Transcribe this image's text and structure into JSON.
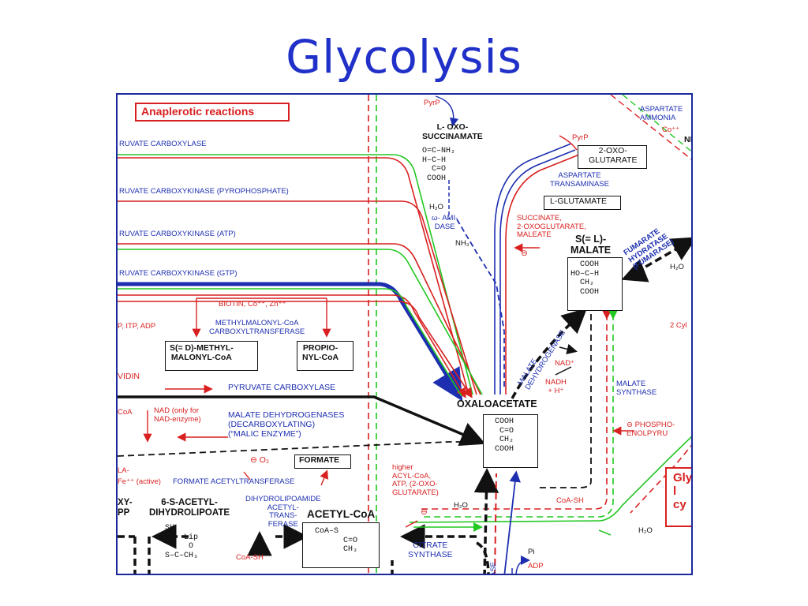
{
  "slide": {
    "title": "Glycolysis"
  },
  "diagram": {
    "section_title": "Anaplerotic reactions",
    "enzymes_left": [
      "RUVATE CARBOXYLASE",
      "RUVATE CARBOXYKINASE (PYROPHOSPHATE)",
      "RUVATE CARBOXYKINASE (ATP)",
      "RUVATE CARBOXYKINASE (GTP)"
    ],
    "cofactor_biotin": "BIOTIN, Co⁺⁺, Zn⁺⁺",
    "itp_adp": "P, ITP, ADP",
    "methylmalonyl_transferase": "METHYLMALONYL-CoA\nCARBOXYLTRANSFERASE",
    "methylmalonyl_coa": "S(= D)-METHYL-\nMALONYL-CoA",
    "propionyl_coa": "PROPIO-\nNYL-CoA",
    "avidin": "VIDIN",
    "pyruvate_carboxylase_2": "PYRUVATE CARBOXYLASE",
    "nad_note": "NAD (only for\nNAD-enzyme)",
    "coa_fragment": "CoA",
    "malate_dehydrogenases": "MALATE DEHYDROGENASES\n(DECARBOXYLATING)\n(“MALIC ENZYME”)",
    "o2_label": "⊖ O₂",
    "formate": "FORMATE",
    "la_fragment": "LA-",
    "fe_active": "Fe⁺⁺ (active)",
    "formate_acetyltransferase": "FORMATE ACETYLTRANSFERASE",
    "xy_pp": "XY-\nPP",
    "acetyl_dihydrolipoate": "6-S-ACETYL-\nDIHYDROLIPOATE",
    "dihydrolipoamide": "DIHYDROLIPOAMIDE\nACETYL-\nTRANS-\nFERASE",
    "acetyl_coa": "ACETYL-CoA",
    "acetyl_coa_struct": "CoA–S\n      C=O\n      CH₃",
    "lip_struct": "SH\nE · Lip\n     O\nS–C–CH₃",
    "coa_sh": "CoA-SH",
    "coa_sh_2": "CoA-SH",
    "oxaloacetate": "OXALOACETATE",
    "oxaloacetate_struct": "COOH\n C=O\n CH₂\nCOOH",
    "pyrp_top": "PyrP",
    "pyrp_2": "PyrP",
    "l_oxo_succinamate": "L- OXO-\nSUCCINAMATE",
    "succinamate_struct": "O=C–NH₂\nH–C–H\n  C=O\n COOH",
    "h2o_1": "H₂O",
    "omega_amidase": "ω- AMI-\nDASE",
    "nh3": "NH₃",
    "oxoglutarate": "2-OXO-\nGLUTARATE",
    "aspartate_transaminase": "ASPARTATE\nTRANSAMINASE",
    "l_glutamate": "L-GLUTAMATE",
    "succinate_note": "SUCCINATE,\n2-OXOGLUTARATE,\nMALEATE",
    "minus_sign": "⊖",
    "malate": "S(= L)-\nMALATE",
    "malate_struct": "  COOH\nHO–C–H\n  CH₂\n  COOH",
    "fumarate_hydratase": "FUMARATE\nHYDRATASE\n(FUMARASE)",
    "h2o_2": "H₂O",
    "aspartate_ammonia": "ASPARTATE\nAMMONIA",
    "co_pp": "Co⁺⁺",
    "nh_fragment": "NH",
    "malate_dehydrogenase": "MALATE\nDEHYDROGENASE",
    "nad_plus": "NAD⁺",
    "nadh": "NADH\n+ H⁺",
    "two_cyl": "2 Cyl",
    "malate_synthase": "MALATE\nSYNTHASE",
    "phospho_enolpyr": "⊖ PHOSPHO-\nENOLPYRU",
    "higher_acyl": "higher\nACYL-CoA,\nATP, (2-OXO-\nGLUTARATE)",
    "h2o_3": "H₂O",
    "citrate_synthase": "CITRATE\nSYNTHASE",
    "ase_fragment": "ASE",
    "pi": "Pi",
    "adp": "ADP",
    "h2o_4": "H₂O",
    "gly_box": "Gly\nl\ncy"
  },
  "colors": {
    "title": "#2030c8",
    "blue": "#1d2fb0",
    "red": "#d92020",
    "green": "#22c822",
    "black": "#111111"
  }
}
